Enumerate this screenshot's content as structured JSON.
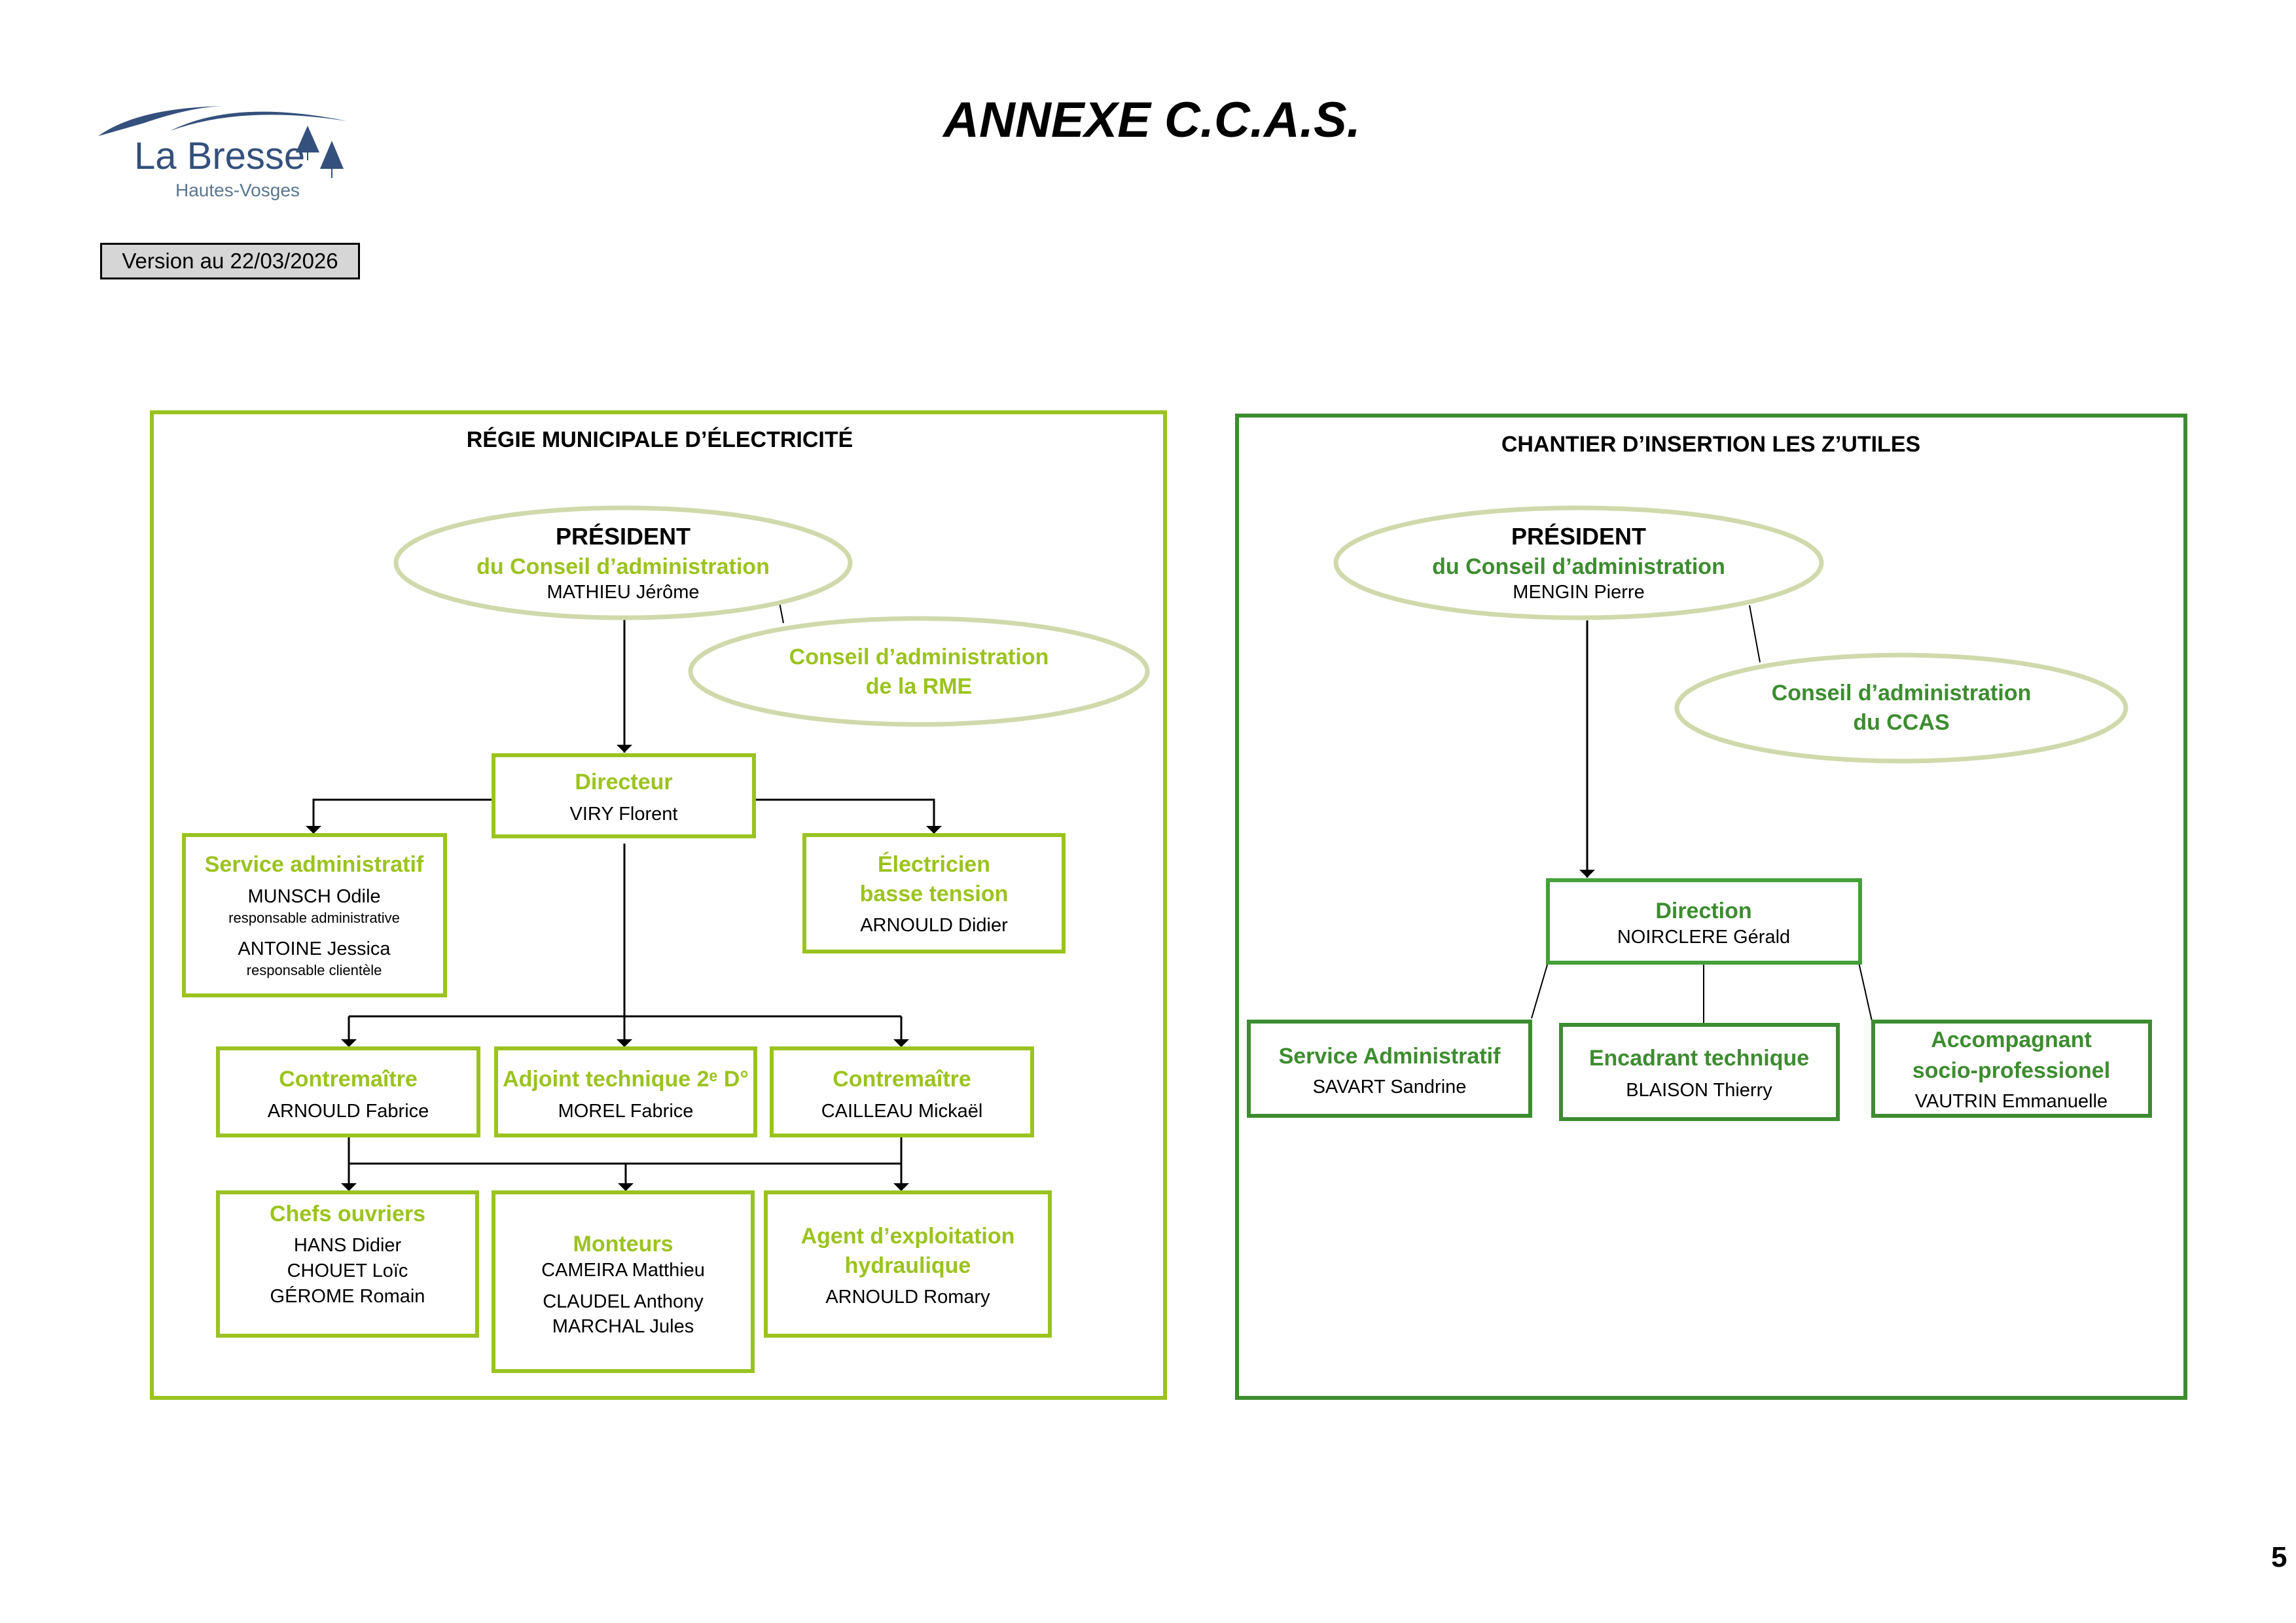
{
  "header": {
    "title": "ANNEXE C.C.A.S.",
    "version": "Version au 22/03/2026",
    "page_number": "5"
  },
  "logo": {
    "name": "La Bresse",
    "subtitle": "Hautes-Vosges",
    "color": "#34507c"
  },
  "colors": {
    "rme_accent": "#9bc31f",
    "zutiles_accent": "#3d8c30",
    "ellipse_stroke": "#cfd9ab",
    "connector": "#000000"
  },
  "rme": {
    "title": "RÉGIE MUNICIPALE D’ÉLECTRICITÉ",
    "president": {
      "role": "PRÉSIDENT",
      "subtitle": "du Conseil d’administration",
      "name": "MATHIEU Jérôme"
    },
    "council": {
      "line1": "Conseil d’administration",
      "line2": "de la RME"
    },
    "directeur": {
      "title": "Directeur",
      "name": "VIRY Florent"
    },
    "service_admin": {
      "title": "Service administratif",
      "people": [
        {
          "name": "MUNSCH Odile",
          "role": "responsable administrative"
        },
        {
          "name": "ANTOINE Jessica",
          "role": "responsable clientèle"
        }
      ]
    },
    "electricien": {
      "title_line1": "Électricien",
      "title_line2": "basse tension",
      "name": "ARNOULD Didier"
    },
    "contremaitre_1": {
      "title": "Contremaître",
      "name": "ARNOULD Fabrice"
    },
    "adjoint": {
      "title": "Adjoint technique 2ᵉ D°",
      "name": "MOREL Fabrice"
    },
    "contremaitre_2": {
      "title": "Contremaître",
      "name": "CAILLEAU Mickaël"
    },
    "chefs_ouvriers": {
      "title": "Chefs ouvriers",
      "names": [
        "HANS Didier",
        "CHOUET Loïc",
        "GÉROME Romain"
      ]
    },
    "monteurs": {
      "title": "Monteurs",
      "names": [
        "CAMEIRA Matthieu",
        "CLAUDEL Anthony",
        "MARCHAL Jules"
      ]
    },
    "agent": {
      "title_line1": "Agent d’exploitation",
      "title_line2": "hydraulique",
      "name": "ARNOULD Romary"
    }
  },
  "zutiles": {
    "title": "CHANTIER D’INSERTION LES Z’UTILES",
    "president": {
      "role": "PRÉSIDENT",
      "subtitle": "du Conseil d’administration",
      "name": "MENGIN Pierre"
    },
    "council": {
      "line1": "Conseil d’administration",
      "line2": "du CCAS"
    },
    "direction": {
      "title": "Direction",
      "name": "NOIRCLERE Gérald"
    },
    "service_admin": {
      "title": "Service Administratif",
      "name": "SAVART Sandrine"
    },
    "encadrant": {
      "title": "Encadrant technique",
      "name": "BLAISON Thierry"
    },
    "accompagnant": {
      "title_line1": "Accompagnant",
      "title_line2": "socio-professionel",
      "name": "VAUTRIN Emmanuelle"
    }
  }
}
